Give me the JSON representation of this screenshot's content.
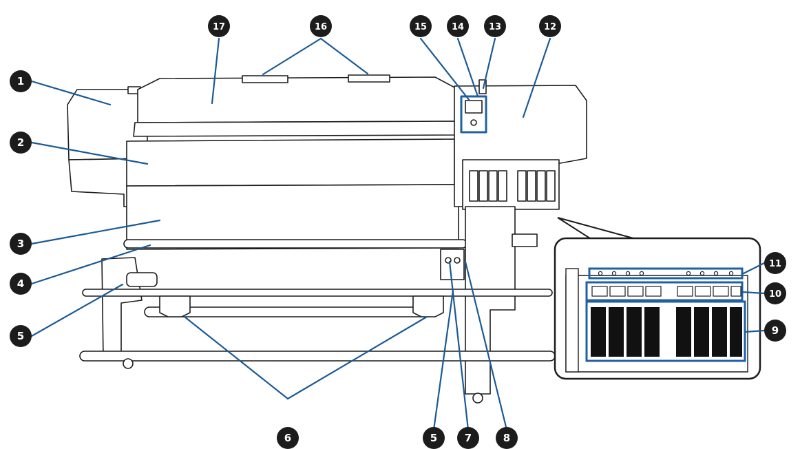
{
  "callouts": [
    {
      "id": "c1",
      "label": "1"
    },
    {
      "id": "c2",
      "label": "2"
    },
    {
      "id": "c3",
      "label": "3"
    },
    {
      "id": "c4",
      "label": "4"
    },
    {
      "id": "c5a",
      "label": "5"
    },
    {
      "id": "c5b",
      "label": "5"
    },
    {
      "id": "c6",
      "label": "6"
    },
    {
      "id": "c7",
      "label": "7"
    },
    {
      "id": "c8",
      "label": "8"
    },
    {
      "id": "c9",
      "label": "9"
    },
    {
      "id": "c10",
      "label": "10"
    },
    {
      "id": "c11",
      "label": "11"
    },
    {
      "id": "c12",
      "label": "12"
    },
    {
      "id": "c13",
      "label": "13"
    },
    {
      "id": "c14",
      "label": "14"
    },
    {
      "id": "c15",
      "label": "15"
    },
    {
      "id": "c16",
      "label": "16"
    },
    {
      "id": "c17",
      "label": "17"
    }
  ],
  "colors": {
    "leader": "#1a5a96",
    "badge": "#1c1c1c",
    "highlight": "#1f5fa6",
    "outline": "#1c1c1c",
    "body": "#ffffff"
  }
}
